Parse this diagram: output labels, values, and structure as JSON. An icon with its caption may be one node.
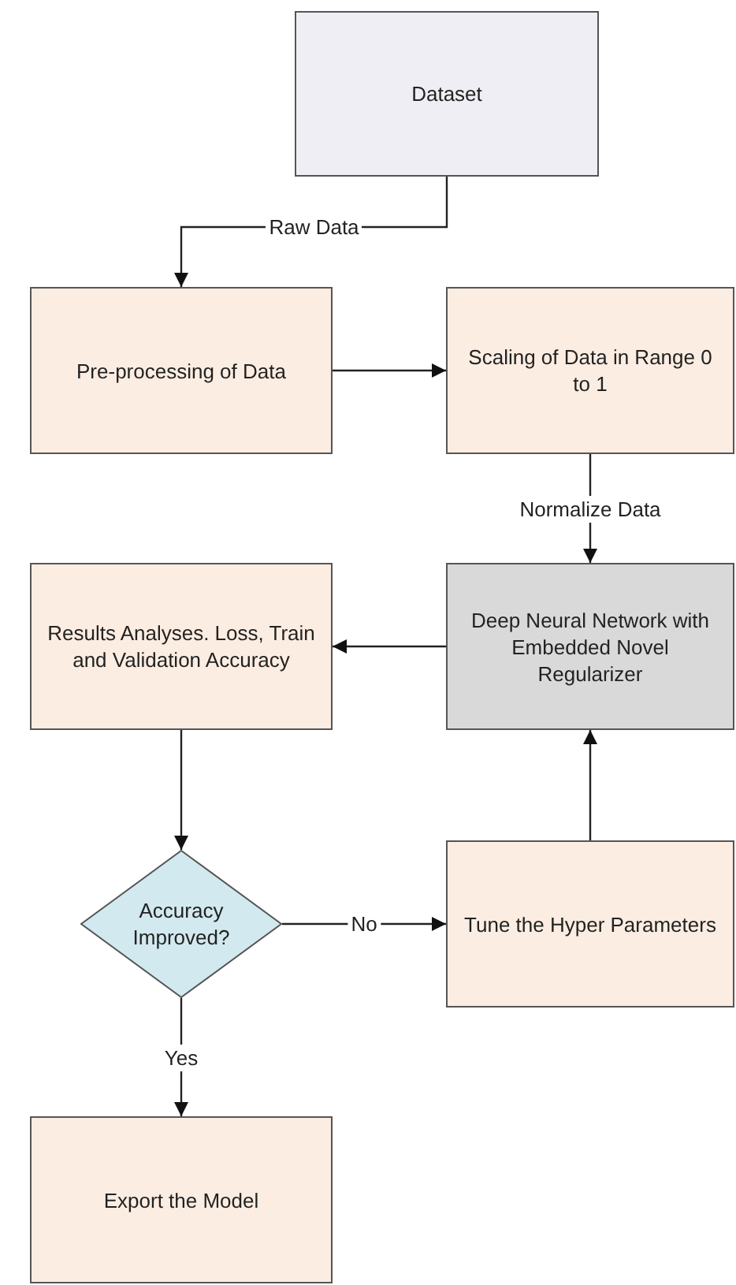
{
  "diagram": {
    "nodes": [
      {
        "text": [
          "Dataset"
        ]
      },
      {
        "text": [
          "Pre-processing of Data"
        ]
      },
      {
        "text": [
          "Scaling of Data in Range 0 to 1"
        ]
      },
      {
        "text": [
          "Results Analyses. Loss, Train and Validation Accuracy"
        ]
      },
      {
        "text": [
          "Deep Neural Network with Embedded Novel Regularizer"
        ]
      },
      {
        "text": [
          "Accuracy Improved?"
        ]
      },
      {
        "text": [
          "Tune the Hyper Parameters"
        ]
      },
      {
        "text": [
          "Export the Model"
        ]
      }
    ],
    "edges": [
      {
        "from": 0,
        "to": 1,
        "arrow": "to",
        "label": "Raw Data"
      },
      {
        "from": 1,
        "to": 2,
        "arrow": "to"
      },
      {
        "from": 2,
        "to": 4,
        "arrow": "to",
        "label": "Normalize Data"
      },
      {
        "from": 4,
        "to": 3,
        "arrow": "to"
      },
      {
        "from": 3,
        "to": 5,
        "arrow": "to"
      },
      {
        "from": 5,
        "to": 6,
        "arrow": "to",
        "label": "No"
      },
      {
        "from": 6,
        "to": 4,
        "arrow": "to"
      },
      {
        "from": 5,
        "to": 7,
        "arrow": "to",
        "label": "Yes"
      }
    ]
  }
}
